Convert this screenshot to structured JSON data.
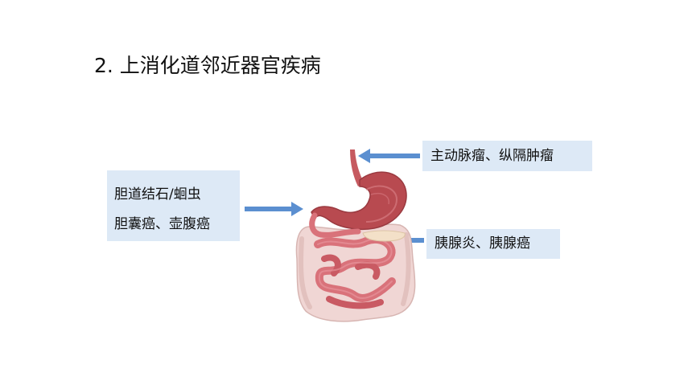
{
  "slide": {
    "title": "2. 上消化道邻近器官疾病"
  },
  "labels": {
    "left_line1": "胆道结石/蛔虫",
    "left_line2": "胆囊癌、壶腹癌",
    "top_right": "主动脉瘤、纵隔肿瘤",
    "bottom_right": "胰腺炎、胰腺癌"
  },
  "colors": {
    "label_background": "#dde9f6",
    "arrow": "#5b8fd0",
    "stomach": "#b84a50",
    "intestine": "#d9727a",
    "colon": "#f0d6d4"
  },
  "icons": {
    "anatomy": "digestive-tract-illustration",
    "arrows": "arrow-right-icon, arrow-left-icon"
  }
}
